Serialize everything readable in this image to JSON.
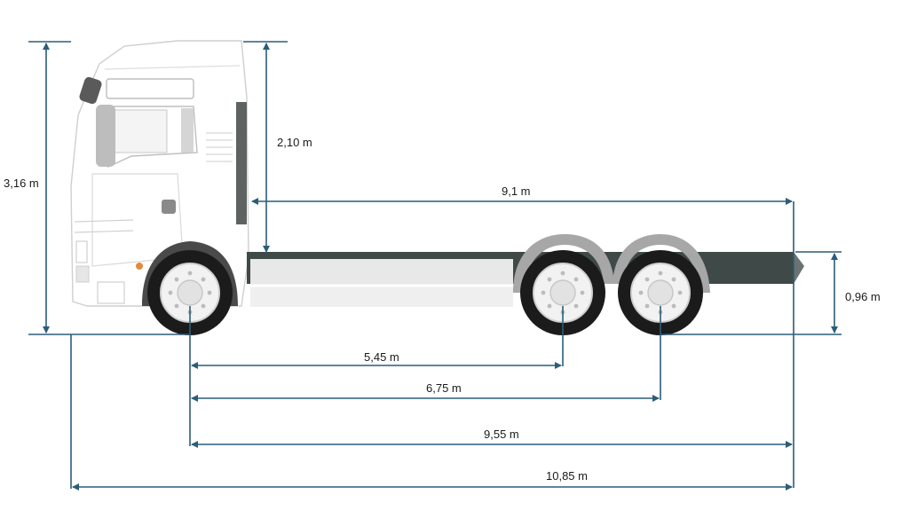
{
  "dimensions": {
    "overall_height": "3,16 m",
    "cab_height_above_frame": "2,10 m",
    "frame_length": "9,1 m",
    "frame_height": "0,96 m",
    "wheelbase_first_rear_axle": "5,45 m",
    "wheelbase_second_rear_axle": "6,75 m",
    "front_axle_to_rear_end": "9,55 m",
    "overall_length": "10,85 m"
  },
  "colors": {
    "dimension_line": "#2c5d78",
    "chassis_frame": "#3f4a48",
    "tire": "#1b1b1b",
    "cab_outline": "#cfcfcf"
  }
}
